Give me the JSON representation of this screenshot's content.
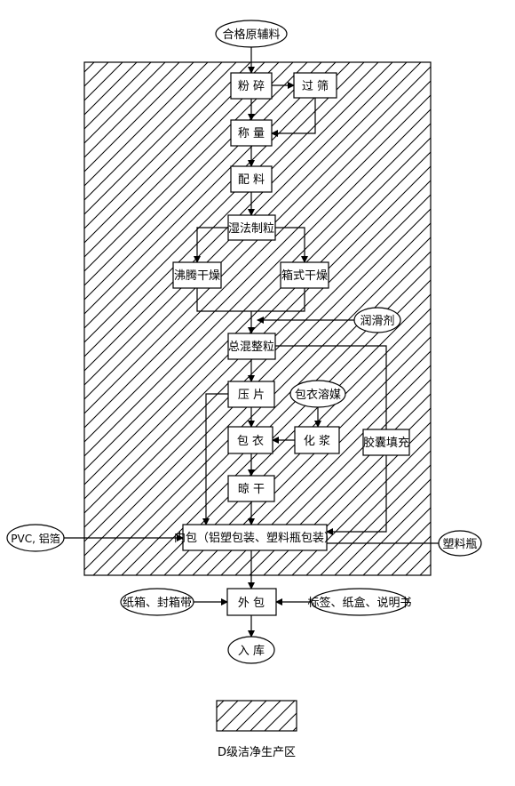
{
  "diagram": {
    "nodes": {
      "raw_materials": "合格原辅料",
      "crush": "粉 碎",
      "sieve": "过 筛",
      "weigh": "称 量",
      "batching": "配 料",
      "wet_granulation": "湿法制粒",
      "fluid_bed_drying": "沸腾干燥",
      "oven_drying": "箱式干燥",
      "lubricant": "润滑剂",
      "total_mixing": "总混整粒",
      "tableting": "压 片",
      "coating_solvent": "包衣溶媒",
      "coating": "包 衣",
      "slurry": "化 浆",
      "capsule_filling": "胶囊填充",
      "airing": "晾 干",
      "pvc_foil": "PVC, 铝箔",
      "inner_packing": "内包（铝塑包装、塑料瓶包装）",
      "plastic_bottle": "塑料瓶",
      "carton_tape": "纸箱、封箱带",
      "outer_packing": "外 包",
      "labels_boxes": "标签、纸盒、说明书",
      "warehouse": "入 库"
    },
    "legend": {
      "label": "D级洁净生产区"
    }
  }
}
